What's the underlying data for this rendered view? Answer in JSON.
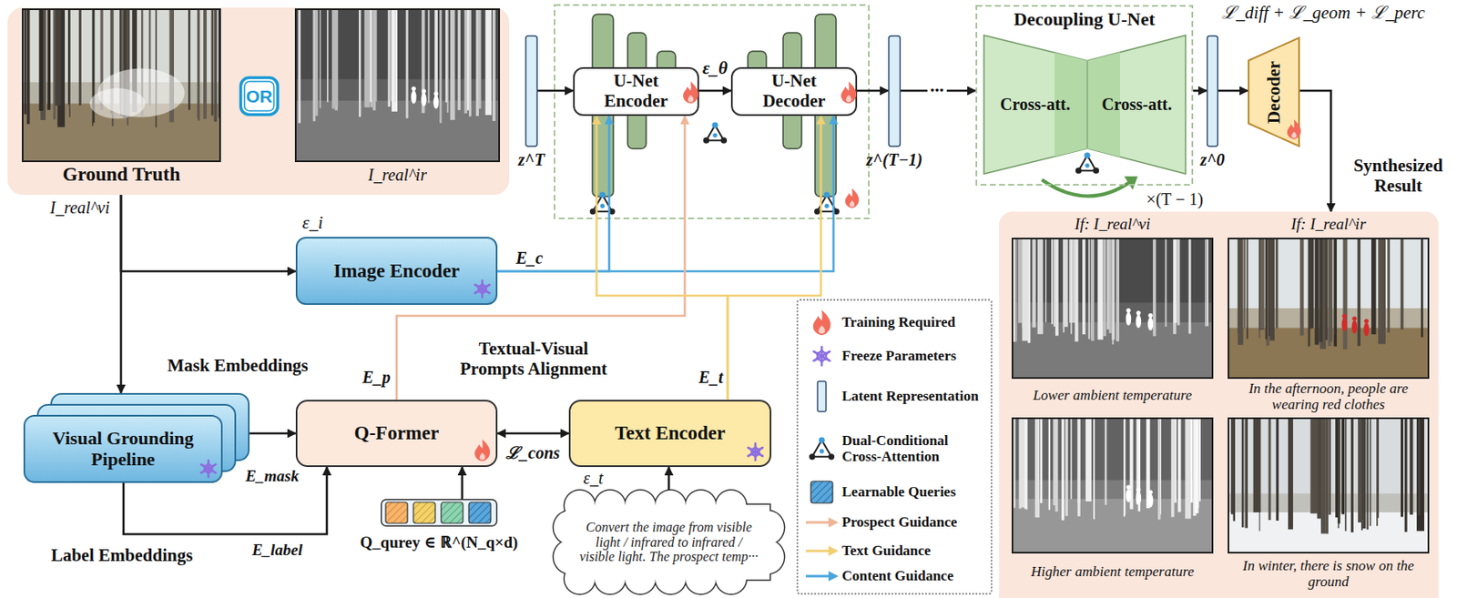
{
  "diagram": {
    "nodes": [
      {
        "text": [
          "Ground Truth"
        ]
      },
      {
        "text": [
          "OR"
        ],
        "in": 0
      },
      {
        "text": [
          "Image Encoder"
        ]
      },
      {
        "text": [
          "Visual Grounding Pipeline"
        ]
      },
      {
        "text": [
          "Q-Former"
        ]
      },
      {
        "text": [
          "Text Encoder"
        ]
      },
      {
        "text": [
          "Convert the image from visible light / infrared to infrared / visible light. The prospect temp···"
        ]
      },
      {
        "text": [
          "Q_qurey ∈ ℝ^(N_q×d)"
        ]
      },
      {
        "text": [
          "z^T"
        ]
      },
      {
        "text": [
          "U-Net Encoder"
        ]
      },
      {
        "text": [
          "U-Net Decoder"
        ]
      },
      {
        "text": [
          "z^(T−1)"
        ]
      },
      {
        "text": [
          "Decoupling U-Net"
        ]
      },
      {
        "text": [
          "Cross-att."
        ],
        "in": 12
      },
      {
        "text": [
          "Cross-att."
        ],
        "in": 12
      },
      {
        "text": [
          "z^0"
        ]
      },
      {
        "text": [
          "Decoder"
        ]
      },
      {
        "text": [
          "Synthesized Result"
        ]
      }
    ],
    "edges": [
      {
        "from": 0,
        "to": 2,
        "arrow": "to"
      },
      {
        "from": 0,
        "to": 3,
        "arrow": "to"
      },
      {
        "from": 3,
        "to": 4,
        "arrow": "to",
        "label": "E_mask"
      },
      {
        "from": 3,
        "to": 4,
        "arrow": "to",
        "label": "E_label"
      },
      {
        "from": 7,
        "to": 4,
        "arrow": "to"
      },
      {
        "from": 4,
        "to": 5,
        "arrow": "both",
        "label": "ℒ_cons"
      },
      {
        "from": 6,
        "to": 5,
        "arrow": "to"
      },
      {
        "from": 2,
        "to": 9,
        "arrow": "to",
        "label": "E_c"
      },
      {
        "from": 2,
        "to": 10,
        "arrow": "to"
      },
      {
        "from": 4,
        "to": 9,
        "arrow": "to",
        "label": "E_p"
      },
      {
        "from": 5,
        "to": 9,
        "arrow": "to",
        "label": "E_t"
      },
      {
        "from": 5,
        "to": 10,
        "arrow": "to"
      },
      {
        "from": 8,
        "to": 9,
        "arrow": "to"
      },
      {
        "from": 9,
        "to": 10,
        "arrow": "to",
        "label": "ε_θ"
      },
      {
        "from": 10,
        "to": 11,
        "arrow": "to"
      },
      {
        "from": 11,
        "to": 12,
        "arrow": "to",
        "label": "···"
      },
      {
        "from": 12,
        "to": 15,
        "arrow": "to"
      },
      {
        "from": 15,
        "to": 16,
        "arrow": "to"
      },
      {
        "from": 16,
        "to": 17,
        "arrow": "to"
      }
    ],
    "labels": [
      "I_real^ir",
      "I_real^vi",
      "ε_i",
      "Mask Embeddings",
      "Label Embeddings",
      "Textual-Visual Prompts Alignment",
      "ε_t",
      "×(T − 1)",
      "ℒ_diff + ℒ_geom + ℒ_perc",
      "If: I_real^vi",
      "If: I_real^ir",
      "Lower ambient temperature",
      "In the afternoon, people are wearing red clothes",
      "Higher ambient temperature",
      "In winter, there is snow on the ground"
    ],
    "legend": [
      {
        "text": "Training Required"
      },
      {
        "text": "Freeze Parameters"
      },
      {
        "text": "Latent Representation"
      },
      {
        "text": "Dual-Conditional Cross-Attention"
      },
      {
        "text": "Learnable Queries"
      },
      {
        "text": "Prospect Guidance"
      },
      {
        "text": "Text Guidance"
      },
      {
        "text": "Content Guidance"
      }
    ]
  }
}
